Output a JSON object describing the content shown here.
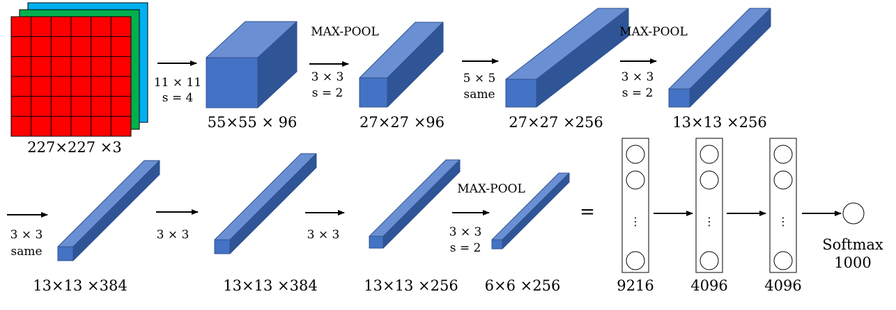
{
  "input": {
    "label": "227×227 ×3",
    "colors": {
      "red": "#ff0000",
      "green": "#00b050",
      "blue": "#00b0f0"
    }
  },
  "cube_colors": {
    "front": "#4472c4",
    "top": "#6a8fd3",
    "side": "#2f5597",
    "edge": "#2f528f"
  },
  "volumes": [
    {
      "label": "55×55 × 96"
    },
    {
      "label": "27×27 ×96"
    },
    {
      "label": "27×27 ×256"
    },
    {
      "label": "13×13 ×256"
    },
    {
      "label": "13×13 ×384"
    },
    {
      "label": "13×13 ×384"
    },
    {
      "label": "13×13 ×256"
    },
    {
      "label": "6×6 ×256"
    }
  ],
  "ops": [
    {
      "title": "",
      "line1": "11 × 11",
      "line2": "s = 4"
    },
    {
      "title": "MAX-POOL",
      "line1": "3 × 3",
      "line2": "s = 2"
    },
    {
      "title": "",
      "line1": "5 × 5",
      "line2": "same"
    },
    {
      "title": "MAX-POOL",
      "line1": "3 × 3",
      "line2": "s = 2"
    },
    {
      "title": "",
      "line1": "3 × 3",
      "line2": "same"
    },
    {
      "title": "",
      "line1": "3 × 3",
      "line2": ""
    },
    {
      "title": "",
      "line1": "3 × 3",
      "line2": ""
    },
    {
      "title": "MAX-POOL",
      "line1": "3 × 3",
      "line2": "s = 2"
    }
  ],
  "equals": "=",
  "fc_layers": [
    {
      "label": "9216",
      "dots": "⋮"
    },
    {
      "label": "4096",
      "dots": "⋮"
    },
    {
      "label": "4096",
      "dots": "⋮"
    }
  ],
  "softmax": {
    "line1": "Softmax",
    "line2": "1000"
  }
}
